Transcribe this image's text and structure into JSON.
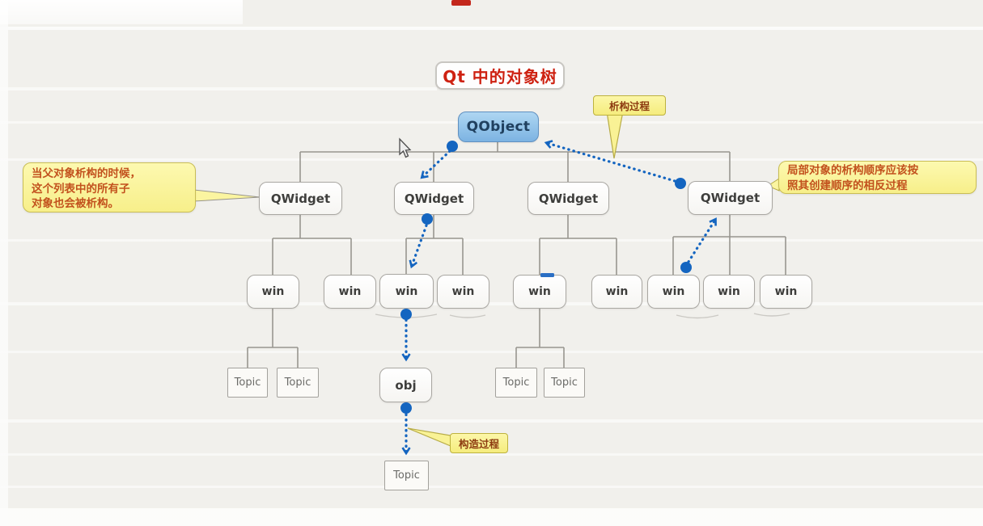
{
  "title": "Qt 中的对象树",
  "nodes": {
    "root": "QObject",
    "widgets": [
      "QWidget",
      "QWidget",
      "QWidget",
      "QWidget"
    ],
    "wins": [
      "win",
      "win",
      "win",
      "win",
      "win",
      "win",
      "win",
      "win",
      "win"
    ],
    "obj": "obj",
    "topics": [
      "Topic",
      "Topic",
      "Topic",
      "Topic",
      "Topic"
    ]
  },
  "callouts": {
    "destruct": "析构过程",
    "construct": "构造过程",
    "left": {
      "lines": [
        "当父对象析构的时候，",
        "这个列表中的所有子",
        "对象也会被析构。"
      ]
    },
    "right": {
      "lines": [
        "局部对象的析构顺序应该按",
        "照其创建顺序的相反过程"
      ]
    }
  },
  "colors": {
    "arrow_blue": "#1465c0",
    "title_red": "#ce2111",
    "callout_text": "#c2511d",
    "callout_yellow": "#fbf5a0",
    "qobject_fill": "#7cb3e2",
    "connector_gray": "#98968f"
  }
}
